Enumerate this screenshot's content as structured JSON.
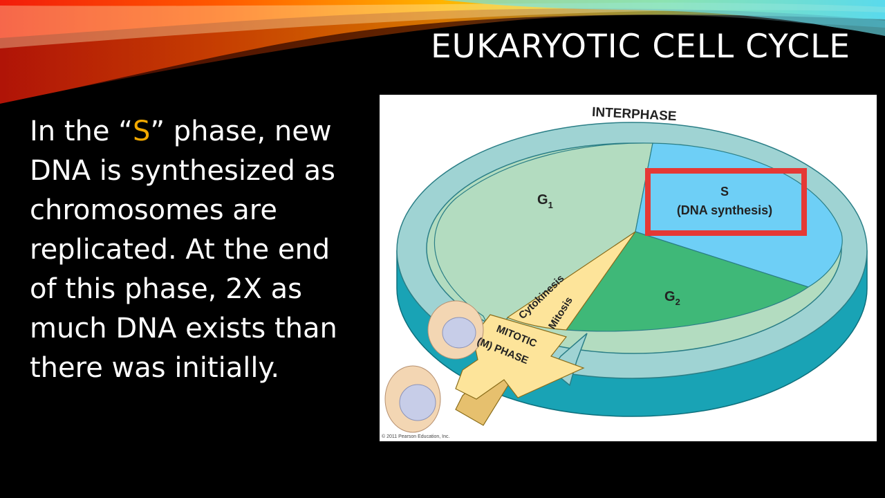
{
  "slide": {
    "title": "EUKARYOTIC CELL CYCLE",
    "body": {
      "part1": "In the “",
      "highlight": "S",
      "part2": "” phase, new DNA is synthesized as chromosomes are replicated. At the end of this phase, 2X as much DNA exists than there was initially."
    },
    "colors": {
      "background": "#000000",
      "text": "#ffffff",
      "highlight": "#f2a900"
    }
  },
  "diagram": {
    "interphase_label": "INTERPHASE",
    "g1_label": "G",
    "g1_sub": "1",
    "s_label": "S",
    "s_sub_label": "(DNA synthesis)",
    "g2_label": "G",
    "g2_sub": "2",
    "cytokinesis_label": "Cytokinesis",
    "mitosis_label": "Mitosis",
    "mitotic_label": "MITOTIC",
    "mphase_label": "(M) PHASE",
    "copyright": "© 2011 Pearson Education, Inc.",
    "colors": {
      "g1": "#b3dcc0",
      "s": "#6ecff6",
      "g2": "#3fb878",
      "ring_top": "#9fd3d3",
      "ring_side": "#19a3b5",
      "mitotic": "#fde49a",
      "highlight_box": "#e53935",
      "cell": "#f3d6b3",
      "nucleus": "#c7cde8"
    }
  }
}
